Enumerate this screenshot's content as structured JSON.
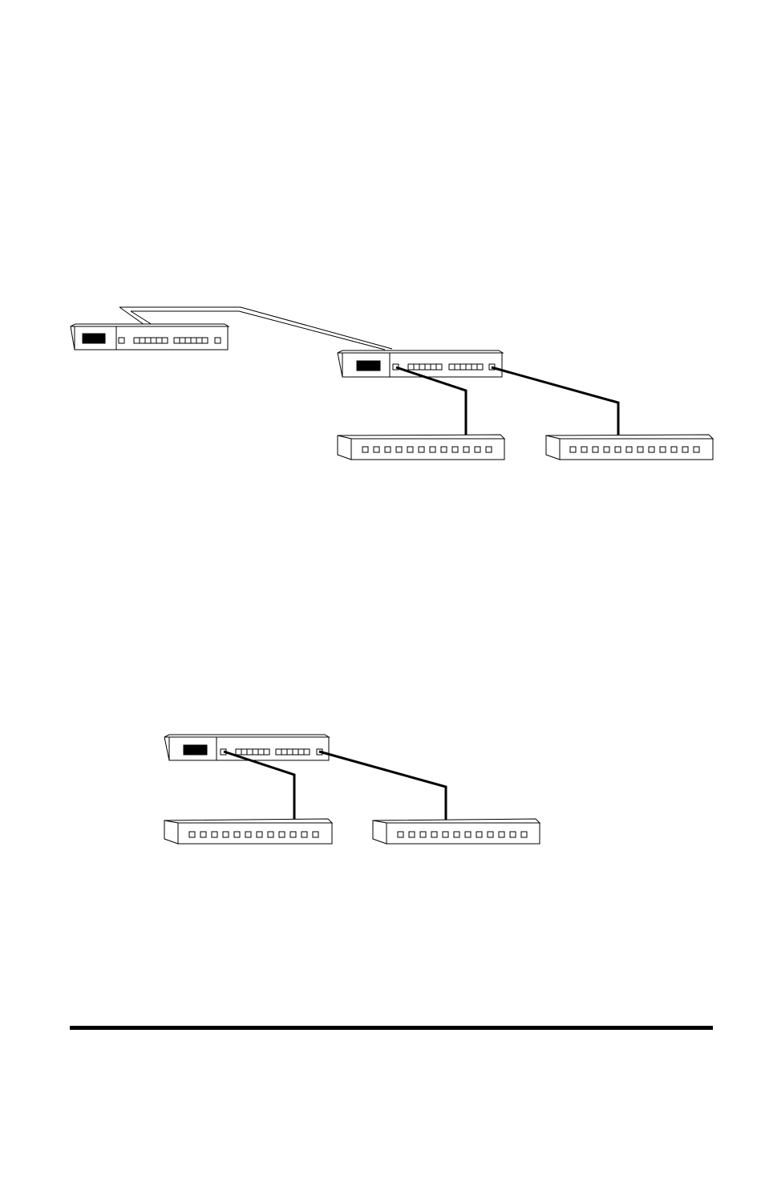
{
  "page": {
    "background_color": "#ffffff",
    "ink_color": "#000000"
  },
  "diagrams": [
    {
      "name": "cascaded-hub-topology",
      "devices": [
        {
          "kind": "hub-unit",
          "name": "upstream-hub"
        },
        {
          "kind": "hub-unit",
          "name": "cascaded-hub"
        },
        {
          "kind": "patch-panel",
          "name": "patch-panel-left"
        },
        {
          "kind": "patch-panel",
          "name": "patch-panel-right"
        }
      ],
      "links": [
        {
          "from": "upstream-hub",
          "to": "cascaded-hub",
          "style": "double-line"
        },
        {
          "from": "cascaded-hub",
          "to": "patch-panel-left",
          "style": "heavy"
        },
        {
          "from": "cascaded-hub",
          "to": "patch-panel-right",
          "style": "heavy"
        }
      ]
    },
    {
      "name": "single-hub-topology",
      "devices": [
        {
          "kind": "hub-unit",
          "name": "standalone-hub"
        },
        {
          "kind": "patch-panel",
          "name": "patch-panel-left"
        },
        {
          "kind": "patch-panel",
          "name": "patch-panel-right"
        }
      ],
      "links": [
        {
          "from": "standalone-hub",
          "to": "patch-panel-left",
          "style": "heavy"
        },
        {
          "from": "standalone-hub",
          "to": "patch-panel-right",
          "style": "heavy"
        }
      ]
    }
  ]
}
